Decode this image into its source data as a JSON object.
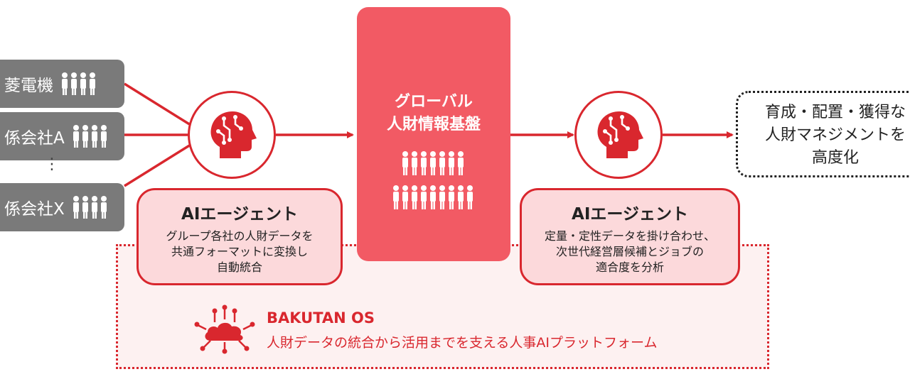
{
  "sources": [
    {
      "label": "菱電機"
    },
    {
      "label": "係会社A"
    },
    {
      "label": "係会社X"
    }
  ],
  "source_ellipsis": "⋮",
  "agent_left": {
    "title": "AIエージェント",
    "lines": [
      "グループ各社の人財データを",
      "共通フォーマットに変換し",
      "自動統合"
    ]
  },
  "hub": {
    "title_lines": [
      "グローバル",
      "人財情報基盤"
    ]
  },
  "agent_right": {
    "title": "AIエージェント",
    "lines": [
      "定量・定性データを掛け合わせ、",
      "次世代経営層候補とジョブの",
      "適合度を分析"
    ]
  },
  "result": {
    "lines": [
      "育成・配置・獲得な",
      "人財マネジメントを",
      "高度化"
    ]
  },
  "os": {
    "title": "BAKUTAN OS",
    "description": "人財データの統合から活用までを支える人事AIプラットフォーム"
  },
  "icons": {
    "people": "people-icon",
    "head": "ai-head-icon",
    "cloud": "cloud-network-icon"
  },
  "colors": {
    "accent": "#d9272e",
    "hub": "#f25a64",
    "agent_bg": "#fcd9db",
    "source_bg": "#7a7a7a"
  }
}
